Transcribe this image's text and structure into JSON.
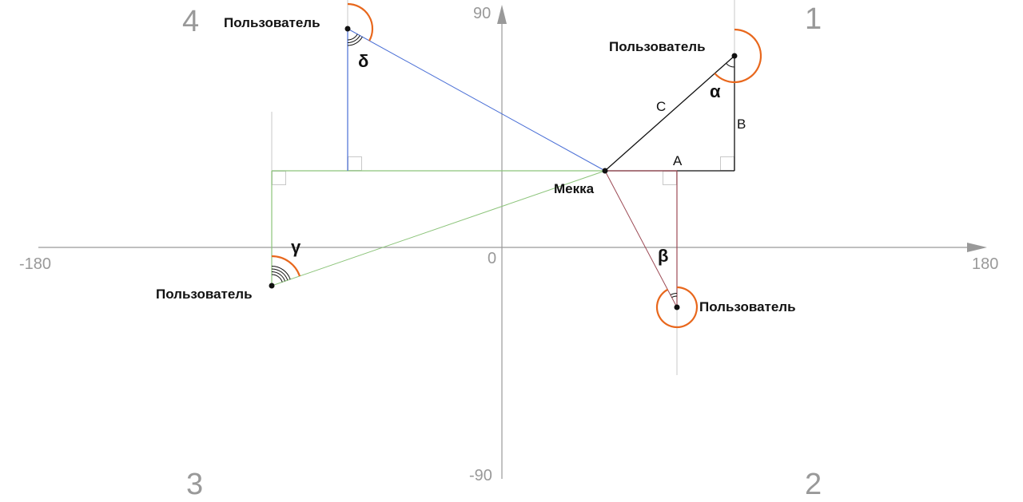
{
  "axes": {
    "x_min": "-180",
    "x_max": "180",
    "origin": "0",
    "y_max": "90",
    "y_min": "-90"
  },
  "quadrants": {
    "q1": "1",
    "q2": "2",
    "q3": "3",
    "q4": "4"
  },
  "mecca_label": "Мекка",
  "user_label": "Пользователь",
  "angles": {
    "alpha": "α",
    "beta": "β",
    "gamma": "γ",
    "delta": "δ"
  },
  "sides": {
    "a": "A",
    "b": "B",
    "c": "C"
  },
  "colors": {
    "arc": "#e8671c",
    "q1": "#111111",
    "q2": "#9c4a55",
    "q3": "#8cc47a",
    "q4": "#4a6fd6",
    "axis": "#999999",
    "guide": "#c8c8c8"
  }
}
